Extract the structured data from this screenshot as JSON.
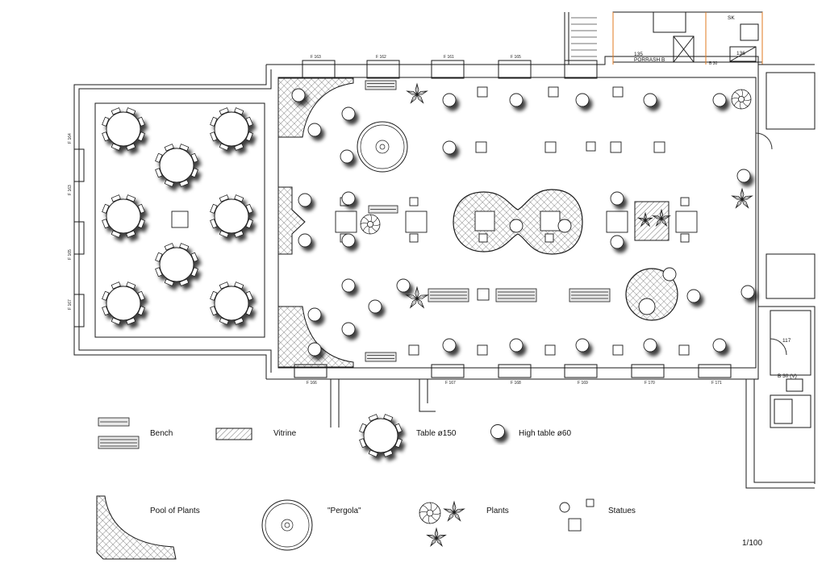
{
  "legend": {
    "bench": "Bench",
    "vitrine": "Vitrine",
    "table150": "Table ø150",
    "high_table": "High table ø60",
    "pool": "Pool of Plants",
    "pergola": "\"Pergola\"",
    "plants": "Plants",
    "statues": "Statues"
  },
  "scale": "1/100",
  "rooms": {
    "porrash": "PORRASH B",
    "porrash_no": "135",
    "sk": "SK",
    "room_136": "136",
    "room_117": "117",
    "b30": "B 30",
    "b30v": "B 30 (V)"
  },
  "pillar_tags_top": [
    "F 163",
    "F 162",
    "F 161",
    "F 165"
  ],
  "pillar_tags_bottom": [
    "F 166",
    "F 167",
    "F 168",
    "F 169",
    "F 170",
    "F 171"
  ],
  "pillar_tags_left": [
    "F 164",
    "F 163",
    "F 165",
    "F 167"
  ],
  "colors": {
    "line": "#1a1a1a",
    "accent": "#e07a1f",
    "shadow": "#000000"
  }
}
